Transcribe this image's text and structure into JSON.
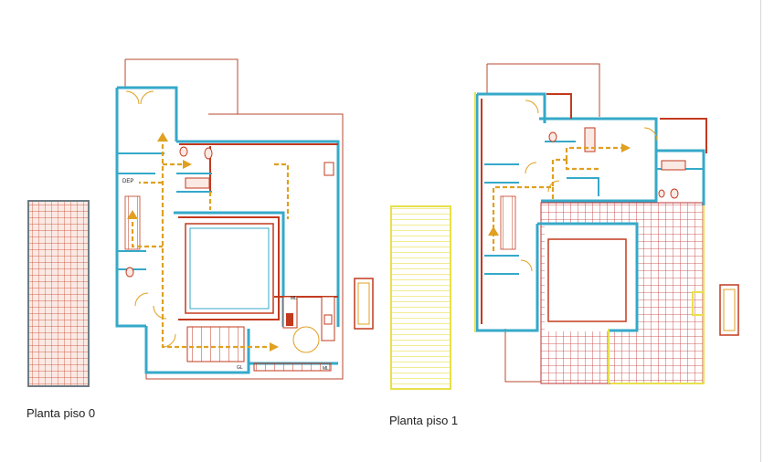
{
  "floors": [
    {
      "caption": "Planta piso 0"
    },
    {
      "caption": "Planta piso 1"
    }
  ],
  "labels": {
    "dep": "DEP",
    "ml_kitchen": "ML",
    "ml_stair": "ML",
    "gl": "GL"
  },
  "colors": {
    "wall_blue": "#35a9c9",
    "wall_red": "#c23a1e",
    "outline_red": "#b8492f",
    "accent_yellow": "#e8e04a",
    "path_orange": "#e0a020",
    "tile_red": "#c03030"
  }
}
